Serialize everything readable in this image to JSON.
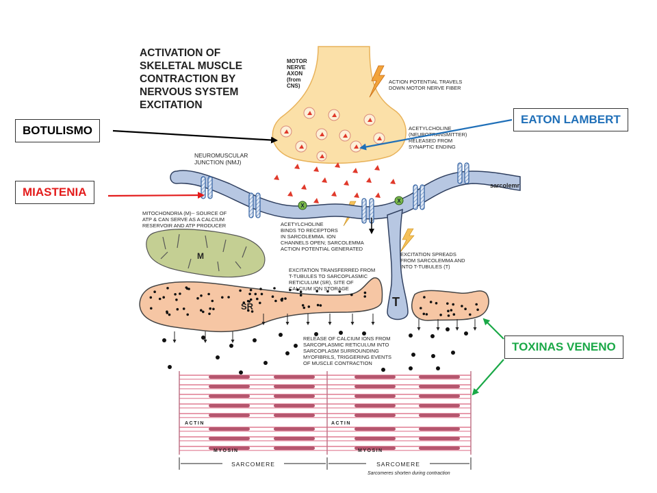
{
  "diagram": {
    "title_lines": [
      "ACTIVATION OF",
      "SKELETAL MUSCLE",
      "CONTRACTION BY",
      "NERVOUS SYSTEM",
      "EXCITATION"
    ],
    "motor_nerve_lines": [
      "MOTOR",
      "NERVE",
      "AXON",
      "(from",
      "CNS)"
    ],
    "action_potential_lines": [
      "ACTION POTENTIAL TRAVELS",
      "DOWN MOTOR NERVE FIBER"
    ],
    "acetylcholine_release_lines": [
      "ACETYLCHOLINE",
      "(NEUROTRANSMITTER)",
      "RELEASED FROM",
      "SYNAPTIC ENDING"
    ],
    "nmj_lines": [
      "NEUROMUSCULAR",
      "JUNCTION (NMJ)"
    ],
    "sarcolemma_label": "sarcolemr",
    "mitochondria_lines": [
      "MITOCHONDRIA (M)-- SOURCE OF",
      "ATP & CAN SERVE AS A CALCIUM",
      "RESERVOIR AND ATP PRODUCER"
    ],
    "mito_letter": "M",
    "ach_binds_lines": [
      "ACETYLCHOLINE",
      "BINDS TO RECEPTORS",
      "IN SARCOLEMMA. ION",
      "CHANNELS OPEN; SARCOLEMMA",
      "ACTION POTENTIAL GENERATED"
    ],
    "excitation_spreads_lines": [
      "EXCITATION SPREADS",
      "FROM SARCOLEMMA AND",
      "INTO T-TUBULES (T)"
    ],
    "excitation_transferred_lines": [
      "EXCITATION TRANSFERRED FROM",
      "T-TUBULES TO SARCOPLASMIC",
      "RETICULUM (SR), SITE OF",
      "CALCIUM ION STORAGE"
    ],
    "sr_letter": "SR",
    "t_letter": "T",
    "calcium_release_lines": [
      "RELEASE OF CALCIUM IONS FROM",
      "SARCOPLASMIC RETICULUM INTO",
      "SARCOPLASM SURROUNDING",
      "MYOFIBRILS, TRIGGERING EVENTS",
      "OF MUSCLE CONTRACTION"
    ],
    "actin_label": "ACTIN",
    "myosin_label": "MYOSIN",
    "sarcomere_label": "SARCOMERE",
    "sarcomere_note": "Sarcomeres shorten during contraction",
    "receptor_mark": "X"
  },
  "callouts": {
    "botulismo": "BOTULISMO",
    "miastenia": "MIASTENIA",
    "eaton_lambert": "EATON LAMBERT",
    "toxinas_veneno": "TOXINAS VENENO"
  },
  "colors": {
    "botulismo": "#000000",
    "miastenia": "#e31b1b",
    "eaton_lambert": "#1f6fb8",
    "toxinas_veneno": "#1aa847",
    "nerve_fill": "#fbe0a8",
    "sr_fill": "#f6c6a4",
    "mito_fill": "#c4cf93",
    "sarcolemma_fill": "#b7c7e2",
    "myosin": "#b5566e",
    "actin": "#e79bac"
  }
}
